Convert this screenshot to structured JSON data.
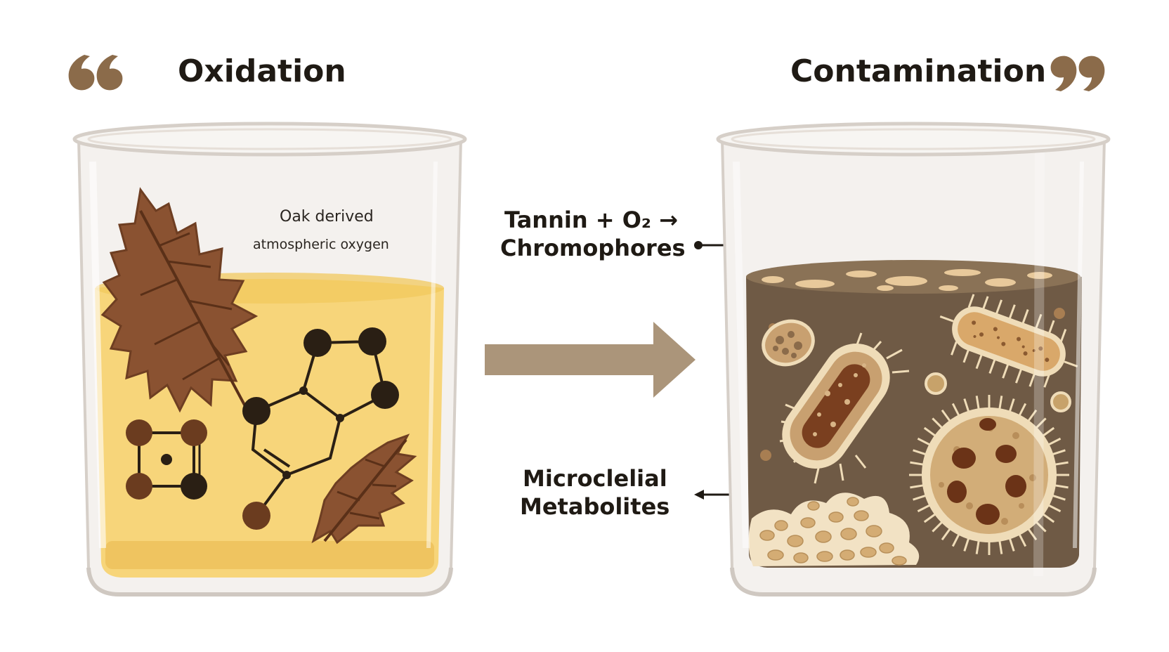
{
  "left_panel": {
    "title": "Oxidation",
    "label_line1": "Oak derived",
    "label_line2": "atmospheric oxygen"
  },
  "right_panel": {
    "title": "Contamination"
  },
  "annotations": {
    "reaction_line1": "Tannin + O₂ →",
    "reaction_line2": "Chromophores",
    "metabolites_line1": "Microclelial",
    "metabolites_line2": "Metabolites"
  },
  "colors": {
    "quote_mark": "#8b6b4a",
    "arrow": "#ab957a",
    "liquid_yellow": "#f7d57a",
    "liquid_brown": "#6f5a45",
    "leaf": "#8a5231",
    "molecule_dark": "#2a1f14",
    "molecule_brown": "#6b3c1f"
  },
  "icons": [
    "open-quote-icon",
    "close-quote-icon",
    "leaf-icon",
    "molecule-icon",
    "bacterium-icon",
    "arrow-icon"
  ]
}
